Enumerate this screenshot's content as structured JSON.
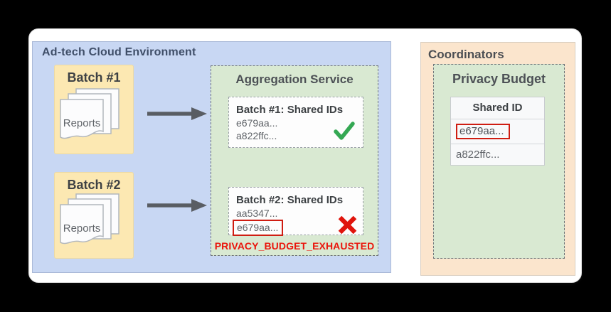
{
  "colors": {
    "env_background": "#c8d7f3",
    "batch_background": "#fce8b2",
    "service_background": "#d9e9d2",
    "coordinators_background": "#fbe5cd",
    "success_green": "#34a853",
    "error_red": "#e0140c",
    "highlight_box_red": "#cf1d12"
  },
  "adtech": {
    "label": "Ad-tech Cloud Environment",
    "batch1": {
      "title": "Batch #1",
      "reports_label": "Reports"
    },
    "batch2": {
      "title": "Batch #2",
      "reports_label": "Reports"
    },
    "aggregation": {
      "title": "Aggregation Service",
      "result1": {
        "title": "Batch #1: Shared IDs",
        "ids": [
          "e679aa...",
          "a822ffc..."
        ],
        "status": "success"
      },
      "result2": {
        "title": "Batch #2: Shared IDs",
        "ids": [
          "aa5347...",
          "e679aa..."
        ],
        "status": "error"
      },
      "error_label": "PRIVACY_BUDGET_EXHAUSTED"
    }
  },
  "coordinators": {
    "label": "Coordinators",
    "privacy_budget": {
      "title": "Privacy Budget",
      "table": {
        "header": "Shared ID",
        "rows": [
          {
            "value": "e679aa...",
            "highlighted": true
          },
          {
            "value": "a822ffc...",
            "highlighted": false
          }
        ]
      }
    }
  }
}
